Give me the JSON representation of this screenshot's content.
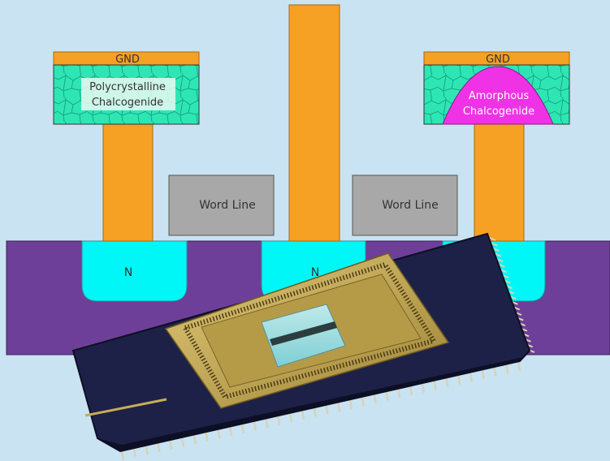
{
  "labels": {
    "left_cap": "GND",
    "right_cap": "GND",
    "left_cell_line1": "Polycrystalline",
    "left_cell_line2": "Chalcogenide",
    "right_cell_line1": "Amorphous",
    "right_cell_line2": "Chalcogenide",
    "word_line_left": "Word Line",
    "word_line_right": "Word Line",
    "n_left": "N",
    "n_center": "N"
  },
  "colors": {
    "background": "#c9e3f2",
    "substrate": "#6e3f98",
    "n_well": "#00f7f7",
    "contact": "#f6a024",
    "chalcogenide": "#2ee6b3",
    "amorphous": "#f032e6",
    "word_line": "#a8a8a8",
    "chip_body": "#1d2148",
    "chip_gold": "#c8ad55"
  }
}
